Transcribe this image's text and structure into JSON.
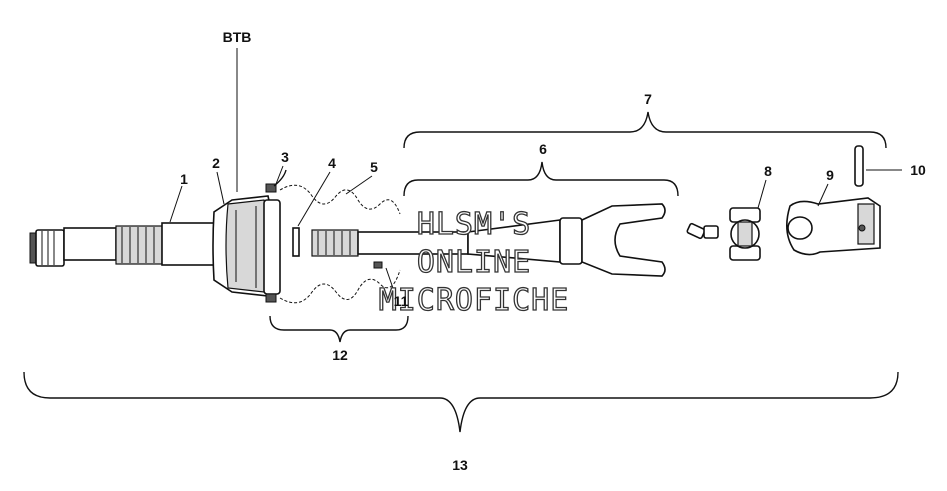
{
  "callouts": {
    "c1": "1",
    "c2": "2",
    "c3": "3",
    "c4": "4",
    "c5": "5",
    "c6": "6",
    "c7": "7",
    "c8": "8",
    "c9": "9",
    "c10": "10",
    "c11": "11",
    "c12": "12",
    "c13": "13",
    "btb": "BTB"
  },
  "watermark": {
    "line1": "HLSM'S",
    "line2": "ONLINE",
    "line3": "MICROFICHE"
  }
}
